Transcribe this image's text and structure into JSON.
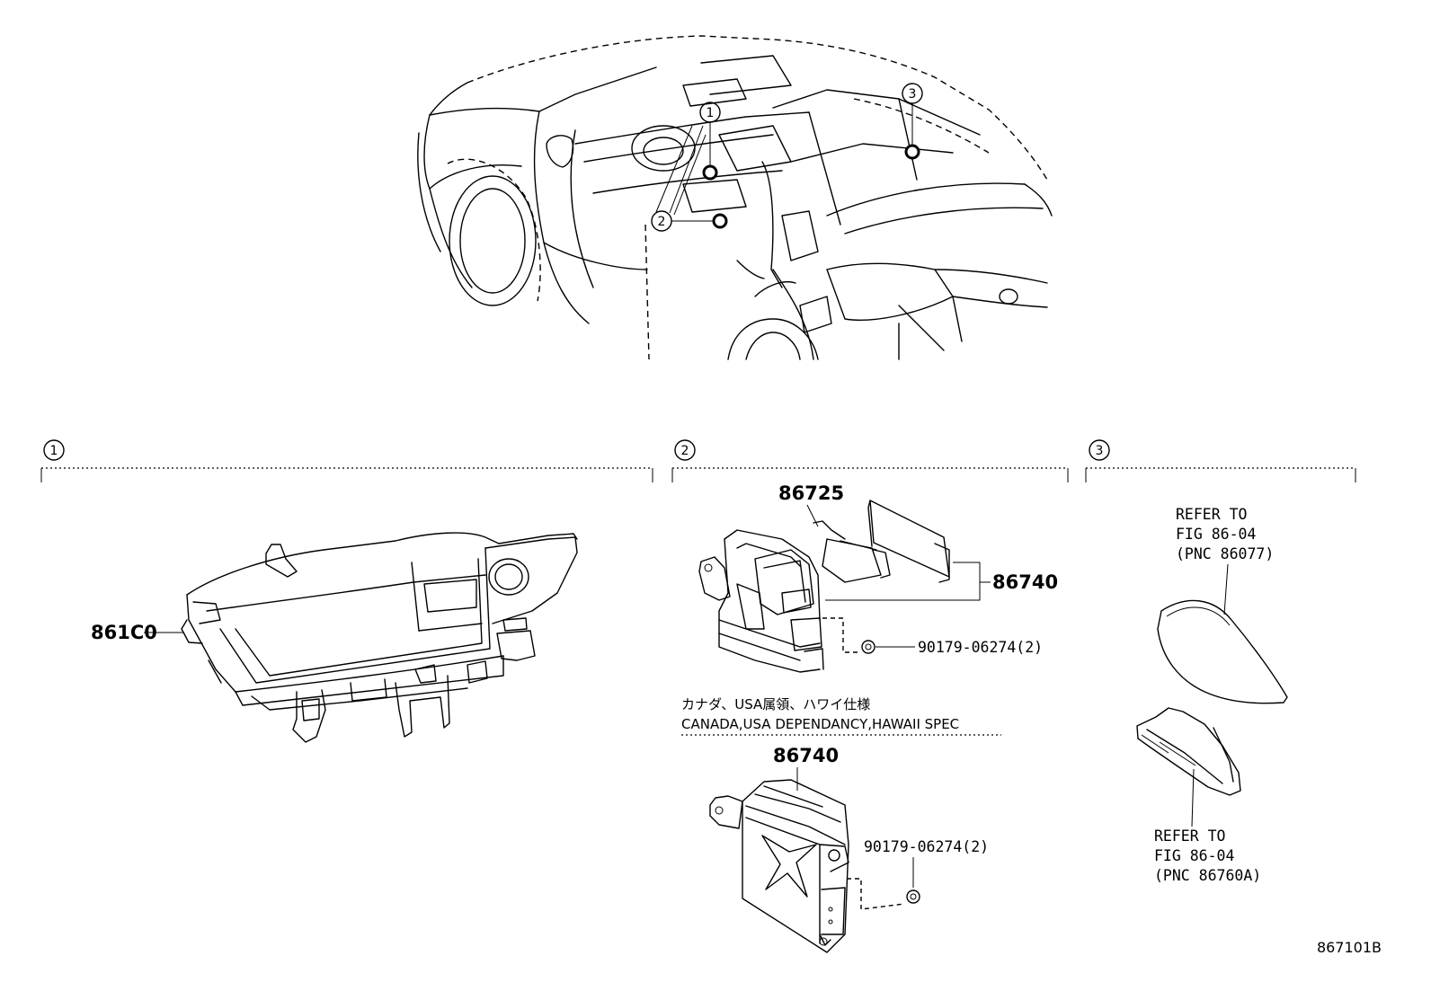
{
  "diagram": {
    "callouts": [
      {
        "id": "1",
        "label": "1"
      },
      {
        "id": "2",
        "label": "2"
      },
      {
        "id": "3",
        "label": "3"
      }
    ],
    "sections": [
      {
        "id": "1",
        "label": "1"
      },
      {
        "id": "2",
        "label": "2"
      },
      {
        "id": "3",
        "label": "3"
      }
    ],
    "parts": {
      "p861c0": "861C0",
      "p86725": "86725",
      "p86740_top": "86740",
      "p90179_top": "90179-06274(2)",
      "p86740_bottom": "86740",
      "p90179_bottom": "90179-06274(2)"
    },
    "notes": {
      "jp": "カナダ、USA属領、ハワイ仕様",
      "en": "CANADA,USA DEPENDANCY,HAWAII SPEC"
    },
    "refer_top": [
      "REFER TO",
      "FIG 86-04",
      "(PNC 86077)"
    ],
    "refer_bottom": [
      "REFER TO",
      "FIG 86-04",
      "(PNC 86760A)"
    ],
    "figure_code": "867101B"
  }
}
